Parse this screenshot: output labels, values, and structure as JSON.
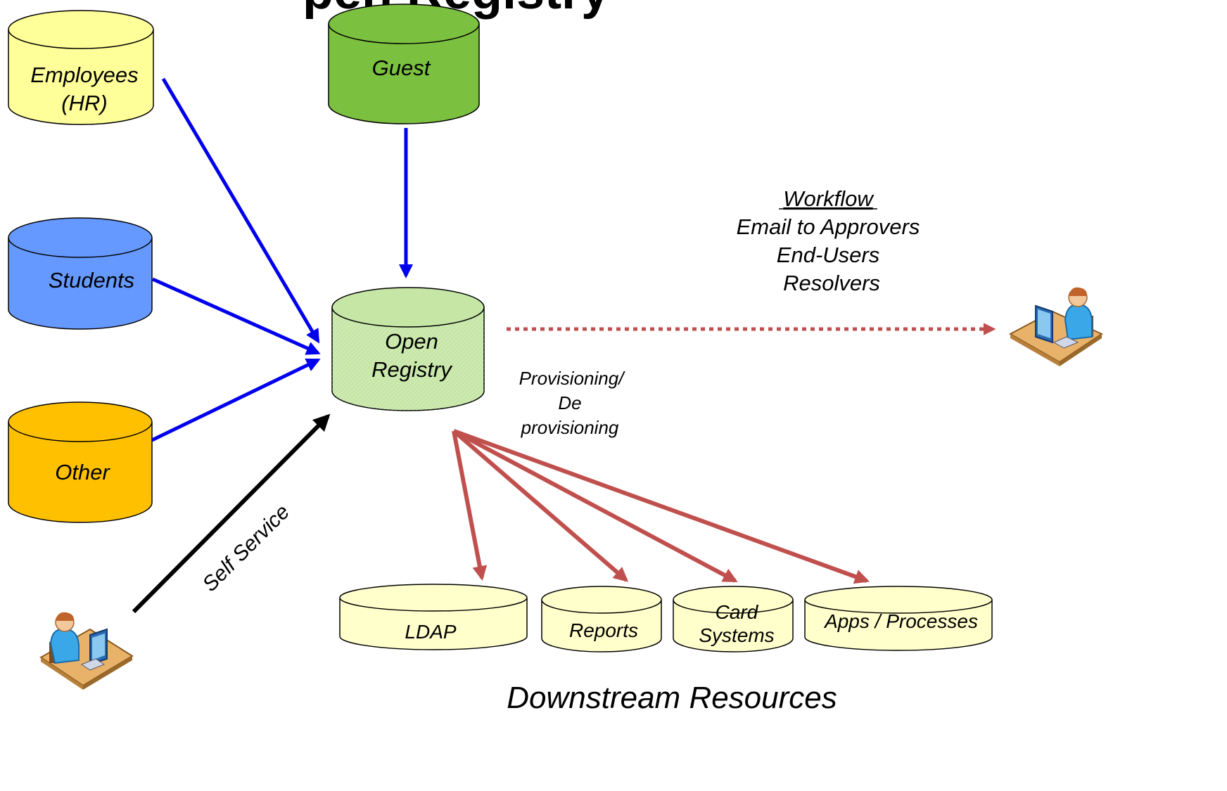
{
  "title_fragment": "pen Registry",
  "sources": {
    "employees": {
      "line1": "Employees",
      "line2": "(HR)",
      "color": "#ffff99"
    },
    "guest": {
      "label": "Guest",
      "color": "#7cc040"
    },
    "students": {
      "label": "Students",
      "color": "#6699ff"
    },
    "other": {
      "label": "Other",
      "color": "#ffc000"
    }
  },
  "registry": {
    "line1": "Open",
    "line2": "Registry",
    "color": "#c6e6a6"
  },
  "workflow": {
    "heading": "Workflow",
    "line1": "Email to Approvers",
    "line2": "End-Users",
    "line3": "Resolvers"
  },
  "provisioning": {
    "line1": "Provisioning/",
    "line2": "De",
    "line3": "provisioning"
  },
  "self_service": "Self Service",
  "downstream": {
    "ldap": "LDAP",
    "reports": "Reports",
    "card_line1": "Card",
    "card_line2": "Systems",
    "apps": "Apps / Processes",
    "color": "#ffffcc"
  },
  "downstream_label": "Downstream Resources",
  "colors": {
    "feed_arrow": "#0000ee",
    "provision_arrow": "#c0504d",
    "self_service_arrow": "#000000"
  }
}
